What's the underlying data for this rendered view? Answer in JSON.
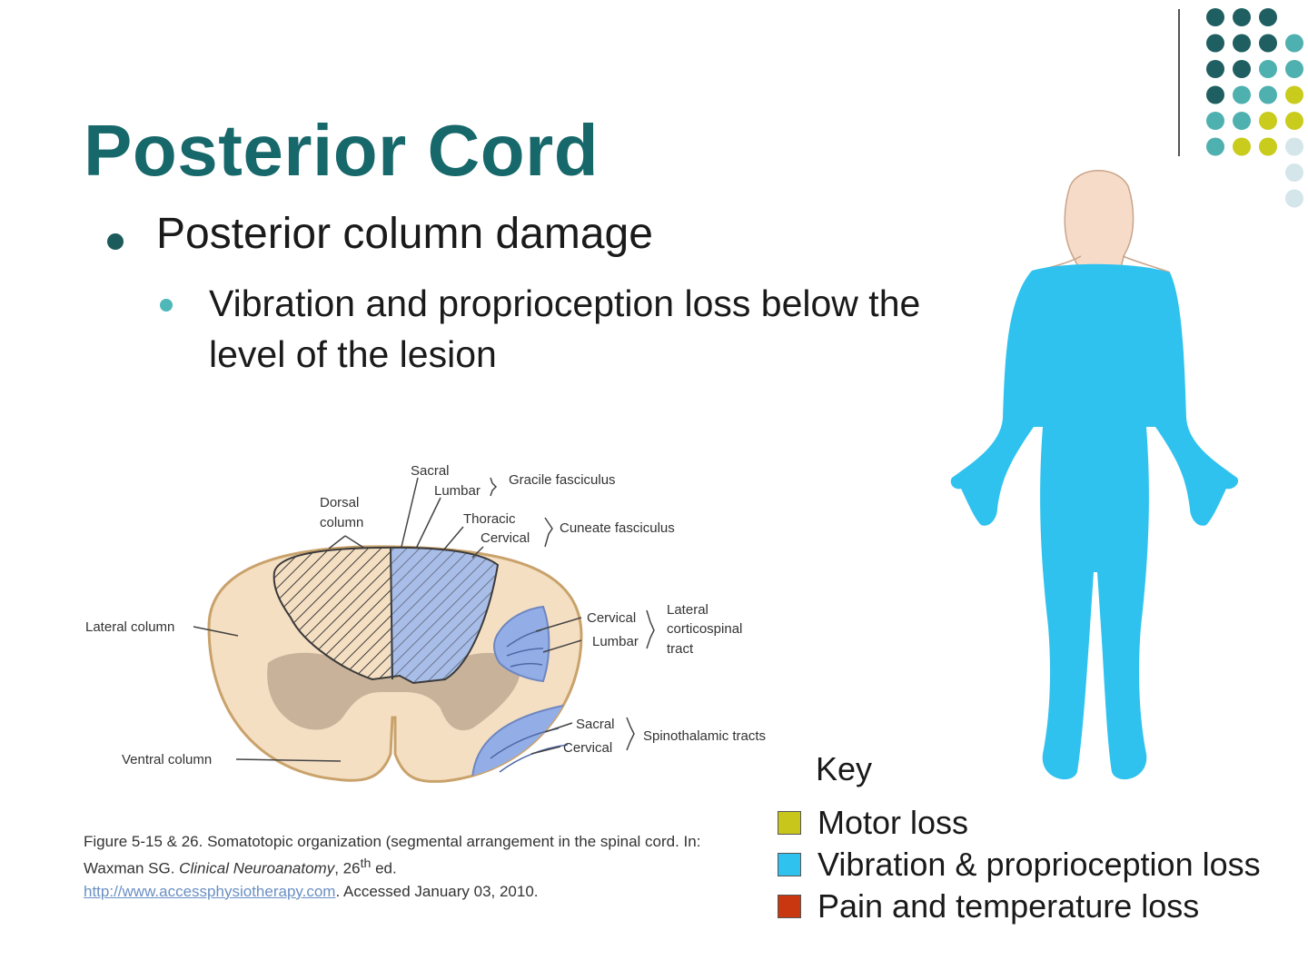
{
  "slide": {
    "title": "Posterior Cord",
    "bullet1": "Posterior column damage",
    "bullet2": "Vibration and proprioception loss below the level of the lesion"
  },
  "diagram": {
    "labels": {
      "sacral_top": "Sacral",
      "lumbar_top": "Lumbar",
      "gracile": "Gracile fasciculus",
      "dorsal_1": "Dorsal",
      "dorsal_2": "column",
      "thoracic": "Thoracic",
      "cervical_top": "Cervical",
      "cuneate": "Cuneate fasciculus",
      "lateral_column": "Lateral column",
      "cervical_mid": "Cervical",
      "lumbar_mid": "Lumbar",
      "lat_cs_1": "Lateral",
      "lat_cs_2": "corticospinal",
      "lat_cs_3": "tract",
      "sacral_bot": "Sacral",
      "cervical_bot": "Cervical",
      "spinothalamic": "Spinothalamic tracts",
      "ventral_column": "Ventral column"
    },
    "caption": {
      "line1": "Figure 5-15 & 26. Somatotopic organization (segmental arrangement in the spinal cord. In: Waxman SG. ",
      "italic": "Clinical Neuroanatomy",
      "after_italic": ", 26",
      "sup": "th",
      "ed": " ed.",
      "link": "http://www.accessphysiotherapy.com",
      "accessed": ". Accessed January 03, 2010."
    }
  },
  "key": {
    "title": "Key",
    "items": [
      {
        "label": "Motor loss",
        "color": "#c8c61a"
      },
      {
        "label": "Vibration & proprioception loss",
        "color": "#2fc2ef"
      },
      {
        "label": "Pain and temperature loss",
        "color": "#c8370f"
      }
    ]
  },
  "colors": {
    "title": "#17686a",
    "body_fill": "#2fc2ef",
    "skin": "#f6dcc8",
    "cord_fill": "#f5dfc2",
    "gray_matter": "#c9b29a",
    "tract_blue": "#93aee6"
  }
}
